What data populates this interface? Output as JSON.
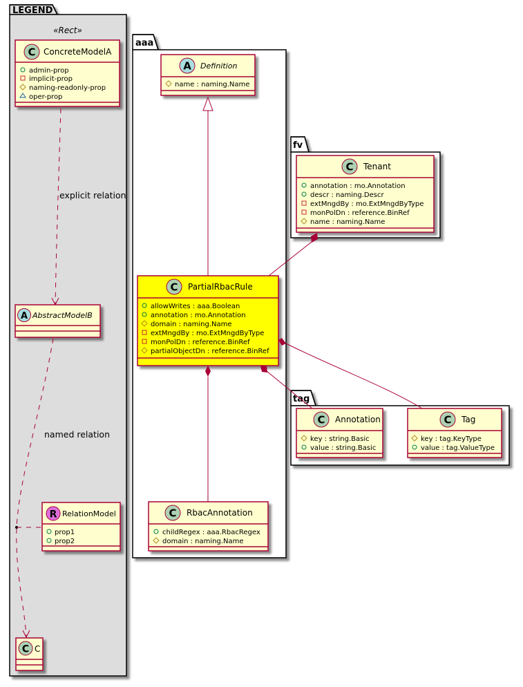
{
  "colors": {
    "class_fill": "#FEFECE",
    "class_border": "#A80036",
    "highlight_fill": "#FFFF00",
    "legend_bg": "#DDDDDD",
    "class_circle": "#ADD1B2",
    "abstract_circle": "#A9DCDF",
    "relation_circle": "#DC6EDC",
    "vis_public": "#038048",
    "vis_private": "#C82930",
    "vis_protected": "#B38D22",
    "vis_package": "#1963A0"
  },
  "legend": {
    "title": "LEGEND",
    "stereotype": "«Rect»",
    "concrete": {
      "circle": "C",
      "name": "ConcreteModelA",
      "attrs": [
        {
          "vis": "public",
          "text": "admin-prop"
        },
        {
          "vis": "private",
          "text": "implicit-prop"
        },
        {
          "vis": "protected",
          "text": "naming-readonly-prop"
        },
        {
          "vis": "package",
          "text": "oper-prop"
        }
      ]
    },
    "explicit_label": "explicit relation",
    "abstract": {
      "circle": "A",
      "name": "AbstractModelB"
    },
    "named_label": "named relation",
    "relation": {
      "circle": "R",
      "name": "RelationModel",
      "attrs": [
        {
          "vis": "public",
          "text": "prop1"
        },
        {
          "vis": "public",
          "text": "prop2"
        }
      ]
    },
    "c": {
      "circle": "C",
      "name": "C"
    }
  },
  "packages": {
    "aaa": {
      "title": "aaa",
      "definition": {
        "circle": "A",
        "name": "Definition",
        "attrs": [
          {
            "vis": "protected",
            "text": "name : naming.Name"
          }
        ]
      },
      "partial": {
        "circle": "C",
        "name": "PartialRbacRule",
        "attrs": [
          {
            "vis": "public",
            "text": "allowWrites : aaa.Boolean"
          },
          {
            "vis": "public",
            "text": "annotation : mo.Annotation"
          },
          {
            "vis": "protected",
            "text": "domain : naming.Name"
          },
          {
            "vis": "private",
            "text": "extMngdBy : mo.ExtMngdByType"
          },
          {
            "vis": "private",
            "text": "monPolDn : reference.BinRef"
          },
          {
            "vis": "protected",
            "text": "partialObjectDn : reference.BinRef"
          }
        ]
      },
      "rbacannotation": {
        "circle": "C",
        "name": "RbacAnnotation",
        "attrs": [
          {
            "vis": "public",
            "text": "childRegex : aaa.RbacRegex"
          },
          {
            "vis": "protected",
            "text": "domain : naming.Name"
          }
        ]
      }
    },
    "fv": {
      "title": "fv",
      "tenant": {
        "circle": "C",
        "name": "Tenant",
        "attrs": [
          {
            "vis": "public",
            "text": "annotation : mo.Annotation"
          },
          {
            "vis": "public",
            "text": "descr : naming.Descr"
          },
          {
            "vis": "private",
            "text": "extMngdBy : mo.ExtMngdByType"
          },
          {
            "vis": "private",
            "text": "monPolDn : reference.BinRef"
          },
          {
            "vis": "protected",
            "text": "name : naming.Name"
          }
        ]
      }
    },
    "tag": {
      "title": "tag",
      "annotation": {
        "circle": "C",
        "name": "Annotation",
        "attrs": [
          {
            "vis": "protected",
            "text": "key : string.Basic"
          },
          {
            "vis": "public",
            "text": "value : string.Basic"
          }
        ]
      },
      "tagcls": {
        "circle": "C",
        "name": "Tag",
        "attrs": [
          {
            "vis": "protected",
            "text": "key : tag.KeyType"
          },
          {
            "vis": "public",
            "text": "value : tag.ValueType"
          }
        ]
      }
    }
  }
}
